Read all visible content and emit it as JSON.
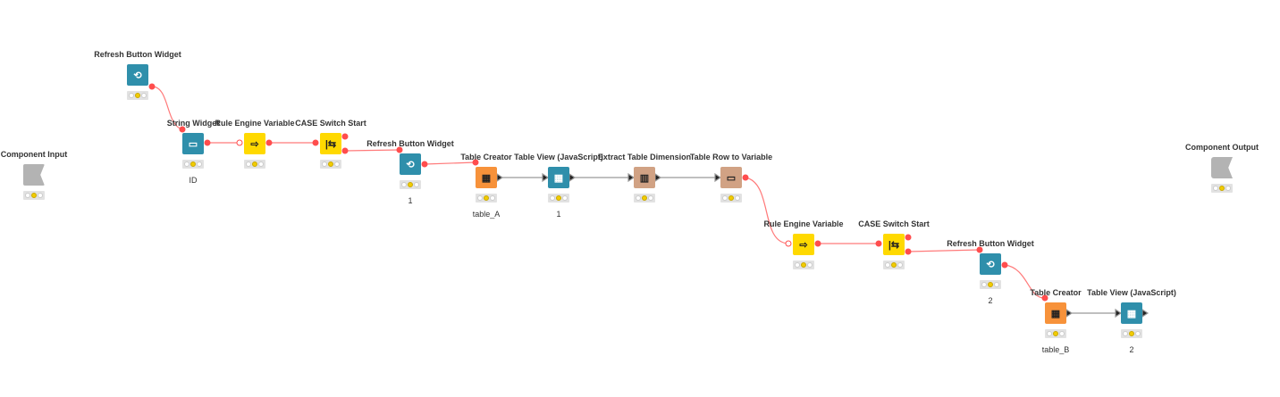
{
  "nodes": [
    {
      "id": "component-input",
      "label": "Component Input",
      "annotation": ""
    },
    {
      "id": "refresh-button-widget-1",
      "label": "Refresh Button Widget",
      "annotation": ""
    },
    {
      "id": "string-widget",
      "label": "String Widget",
      "annotation": "ID"
    },
    {
      "id": "rule-engine-variable-1",
      "label": "Rule Engine Variable",
      "annotation": ""
    },
    {
      "id": "case-switch-start-1",
      "label": "CASE Switch Start",
      "annotation": ""
    },
    {
      "id": "refresh-button-widget-2",
      "label": "Refresh Button Widget",
      "annotation": "1"
    },
    {
      "id": "table-creator-1",
      "label": "Table Creator",
      "annotation": "table_A"
    },
    {
      "id": "table-view-1",
      "label": "Table View (JavaScript)",
      "annotation": "1"
    },
    {
      "id": "extract-table-dimension",
      "label": "Extract Table Dimension",
      "annotation": ""
    },
    {
      "id": "table-row-to-variable",
      "label": "Table Row to Variable",
      "annotation": ""
    },
    {
      "id": "rule-engine-variable-2",
      "label": "Rule Engine Variable",
      "annotation": ""
    },
    {
      "id": "case-switch-start-2",
      "label": "CASE Switch Start",
      "annotation": ""
    },
    {
      "id": "refresh-button-widget-3",
      "label": "Refresh Button Widget",
      "annotation": "2"
    },
    {
      "id": "table-creator-2",
      "label": "Table Creator",
      "annotation": "table_B"
    },
    {
      "id": "table-view-2",
      "label": "Table View (JavaScript)",
      "annotation": "2"
    },
    {
      "id": "component-output",
      "label": "Component Output",
      "annotation": ""
    }
  ],
  "colors": {
    "flow_variable_edge": "#ff6060",
    "data_edge": "#999999",
    "widget": "#2f8fab",
    "manipulator": "#ffd900",
    "source": "#f7923a",
    "other": "#d1a284"
  }
}
